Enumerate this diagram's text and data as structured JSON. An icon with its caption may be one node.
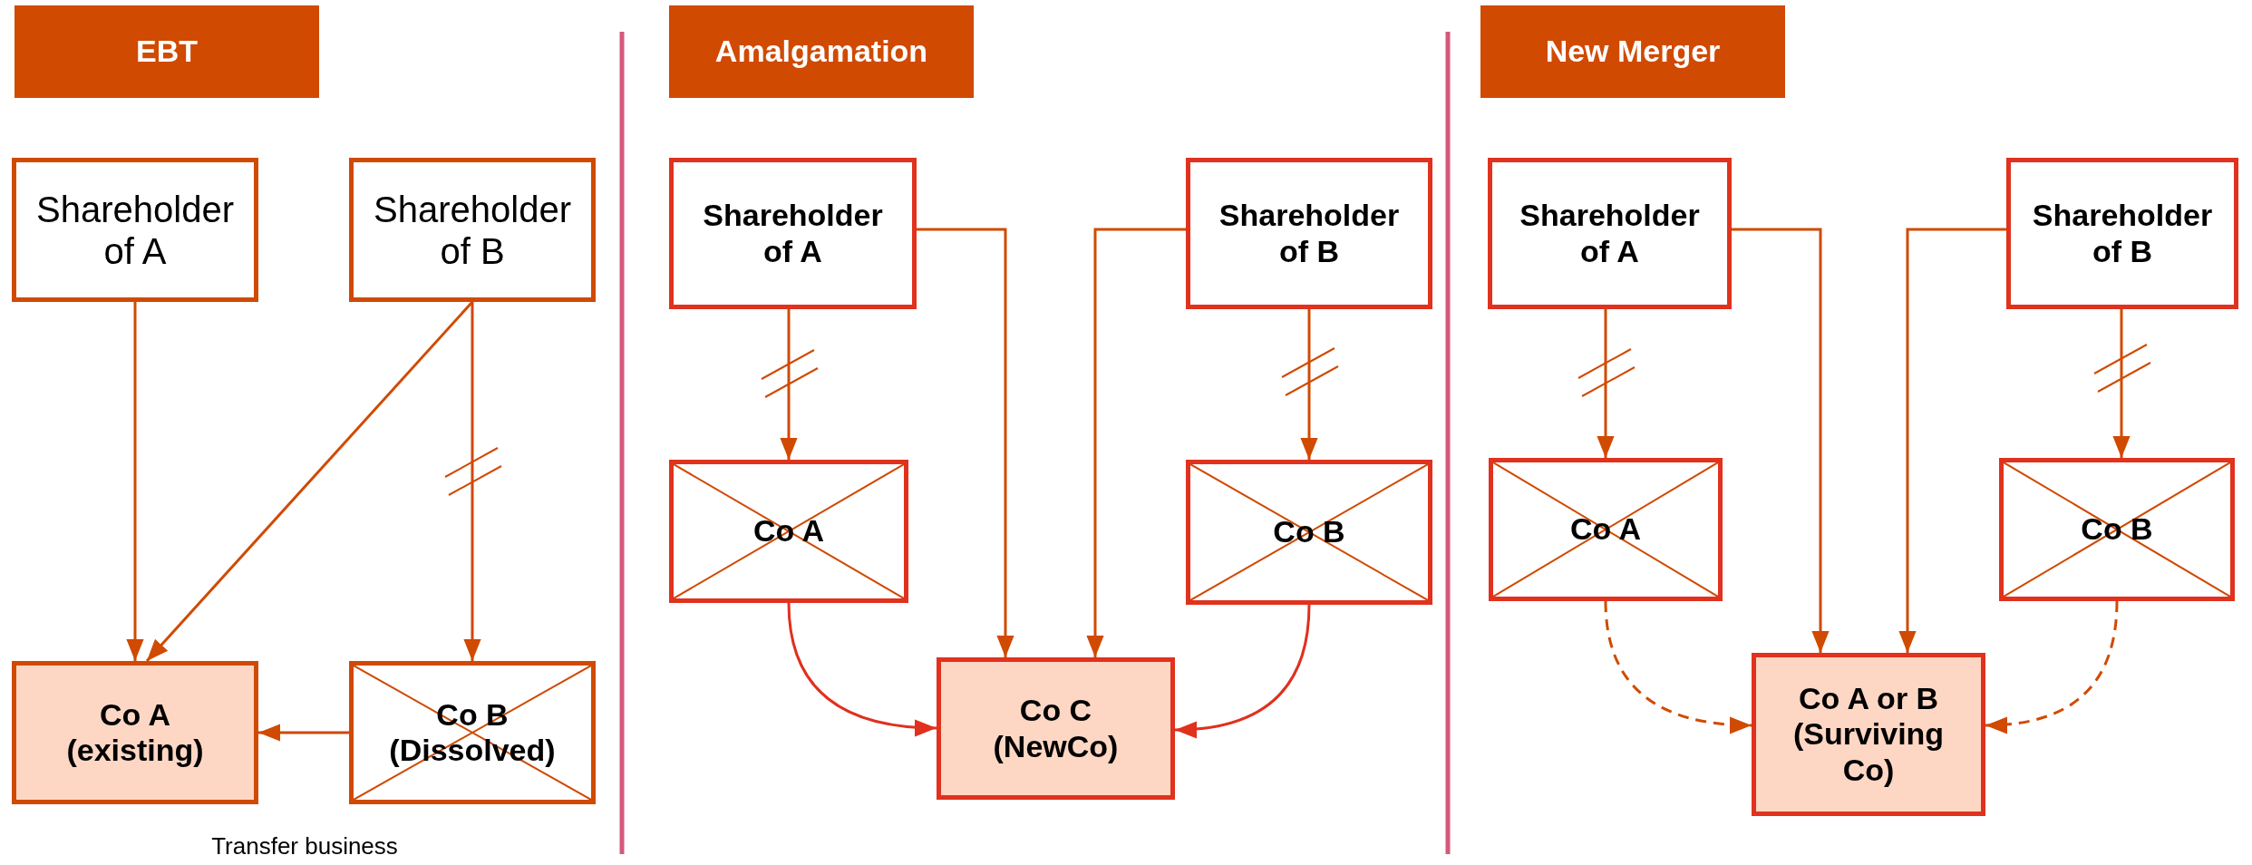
{
  "diagram": {
    "nodes": [
      {
        "text": [
          "EBT"
        ]
      },
      {
        "text": [
          "Shareholder of A"
        ]
      },
      {
        "text": [
          "Shareholder of B"
        ]
      },
      {
        "text": [
          "Co A (existing)"
        ]
      },
      {
        "text": [
          "Co B (Dissolved)"
        ]
      },
      {
        "text": [
          "Amalgamation"
        ]
      },
      {
        "text": [
          "Shareholder of A"
        ]
      },
      {
        "text": [
          "Shareholder of B"
        ]
      },
      {
        "text": [
          "Co A"
        ]
      },
      {
        "text": [
          "Co B"
        ]
      },
      {
        "text": [
          "Co C (NewCo)"
        ]
      },
      {
        "text": [
          "New Merger"
        ]
      },
      {
        "text": [
          "Shareholder of A"
        ]
      },
      {
        "text": [
          "Shareholder of B"
        ]
      },
      {
        "text": [
          "Co A"
        ]
      },
      {
        "text": [
          "Co B"
        ]
      },
      {
        "text": [
          "Co A or B (Surviving Co)"
        ]
      }
    ],
    "edges": [
      {
        "from": 1,
        "to": 3,
        "arrow": "to"
      },
      {
        "from": 2,
        "to": 3,
        "arrow": "to"
      },
      {
        "from": 2,
        "to": 4,
        "arrow": "to"
      },
      {
        "from": 4,
        "to": 3,
        "arrow": "to"
      },
      {
        "from": 6,
        "to": 8,
        "arrow": "to"
      },
      {
        "from": 6,
        "to": 10,
        "arrow": "to"
      },
      {
        "from": 7,
        "to": 10,
        "arrow": "to"
      },
      {
        "from": 7,
        "to": 9,
        "arrow": "to"
      },
      {
        "from": 8,
        "to": 10,
        "arrow": "to",
        "color": "#e0301e"
      },
      {
        "from": 9,
        "to": 10,
        "arrow": "to",
        "color": "#e0301e"
      },
      {
        "from": 12,
        "to": 14,
        "arrow": "to"
      },
      {
        "from": 12,
        "to": 16,
        "arrow": "to"
      },
      {
        "from": 13,
        "to": 16,
        "arrow": "to"
      },
      {
        "from": 13,
        "to": 15,
        "arrow": "to"
      },
      {
        "from": 14,
        "to": 16,
        "arrow": "to",
        "style": "dashed"
      },
      {
        "from": 15,
        "to": 16,
        "arrow": "to",
        "style": "dashed"
      }
    ],
    "labels": [
      "Transfer business"
    ]
  }
}
